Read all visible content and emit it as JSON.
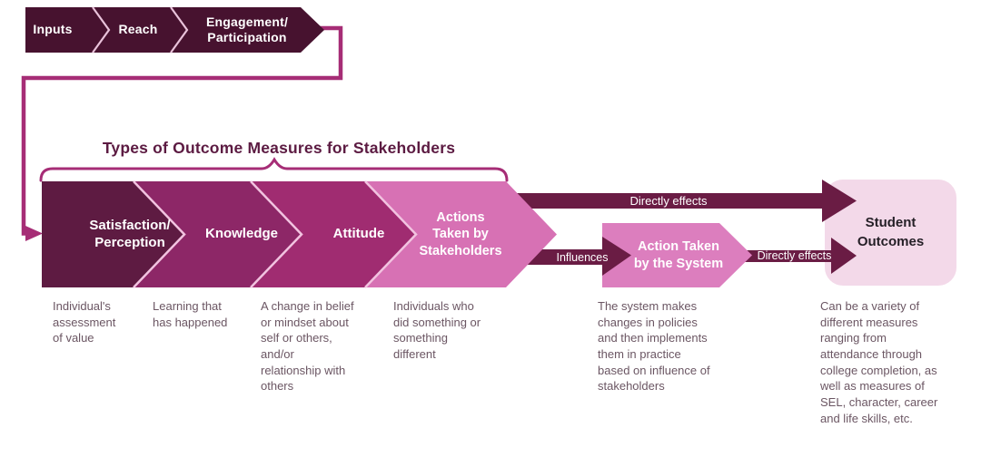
{
  "title": "Types of Outcome Measures for Stakeholders",
  "top_flow": {
    "items": [
      {
        "label": "Inputs"
      },
      {
        "label": "Reach"
      },
      {
        "label": "Engagement/\nParticipation"
      }
    ]
  },
  "stages": [
    {
      "label": "Satisfaction/\nPerception",
      "description": "Individual's\nassessment\nof value"
    },
    {
      "label": "Knowledge",
      "description": "Learning that\nhas happened"
    },
    {
      "label": "Attitude",
      "description": "A change in belief\nor mindset about\nself or others,\nand/or\nrelationship with\nothers"
    },
    {
      "label": "Actions\nTaken by\nStakeholders",
      "description": "Individuals who\ndid something or\nsomething\ndifferent"
    }
  ],
  "system_node": {
    "label": "Action Taken\nby the System",
    "description": "The system makes\nchanges in policies\nand then implements\nthem in practice\nbased on influence of\nstakeholders"
  },
  "outcome_node": {
    "label": "Student\nOutcomes",
    "description": "Can be a variety of\ndifferent measures\nranging from\nattendance through\ncollege completion, as\nwell as measures of\nSEL, character, career\nand life skills, etc."
  },
  "connectors": {
    "directly_effects_top": "Directly effects",
    "influences": "Influences",
    "directly_effects_bottom": "Directly effects"
  },
  "colors": {
    "top_chevron": "#47122f",
    "stage1": "#5e1b42",
    "stage2": "#8d2767",
    "stage3": "#a02c71",
    "stage4": "#d771b4",
    "system": "#dc7ebe",
    "outcome_box": "#f3d9e9",
    "dark_arrow": "#6a1c44",
    "connector_line": "#a62d76",
    "title_text": "#5c1b42",
    "description_text": "#6b5663"
  }
}
